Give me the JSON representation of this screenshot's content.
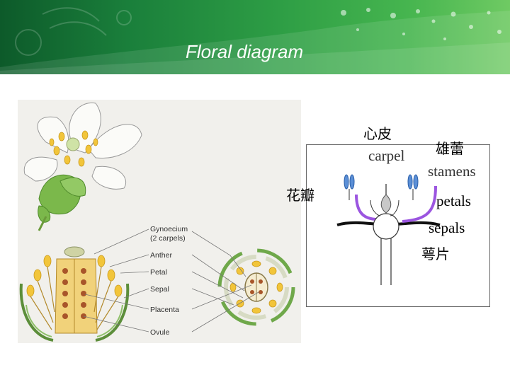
{
  "slide": {
    "title": "Floral diagram"
  },
  "photo_labels": {
    "gynoecium": "Gynoecium",
    "gynoecium_note": "(2 carpels)",
    "anther": "Anther",
    "petal": "Petal",
    "sepal": "Sepal",
    "placenta": "Placenta",
    "ovule": "Ovule"
  },
  "diagram_labels": {
    "carpel_cn": "心皮",
    "carpel": "carpel",
    "stamens_cn": "雄蕾",
    "stamens": "stamens",
    "petals_cn": "花瓣",
    "petals": "petals",
    "sepals": "sepals",
    "sepals_cn": "萼片"
  },
  "colors": {
    "banner_dark": "#0d5a2a",
    "banner_light": "#6fca63",
    "petal_arc": "#9b55e0",
    "stamen_blue": "#5b8fd6",
    "carpel_gray": "#c8c8c8"
  }
}
